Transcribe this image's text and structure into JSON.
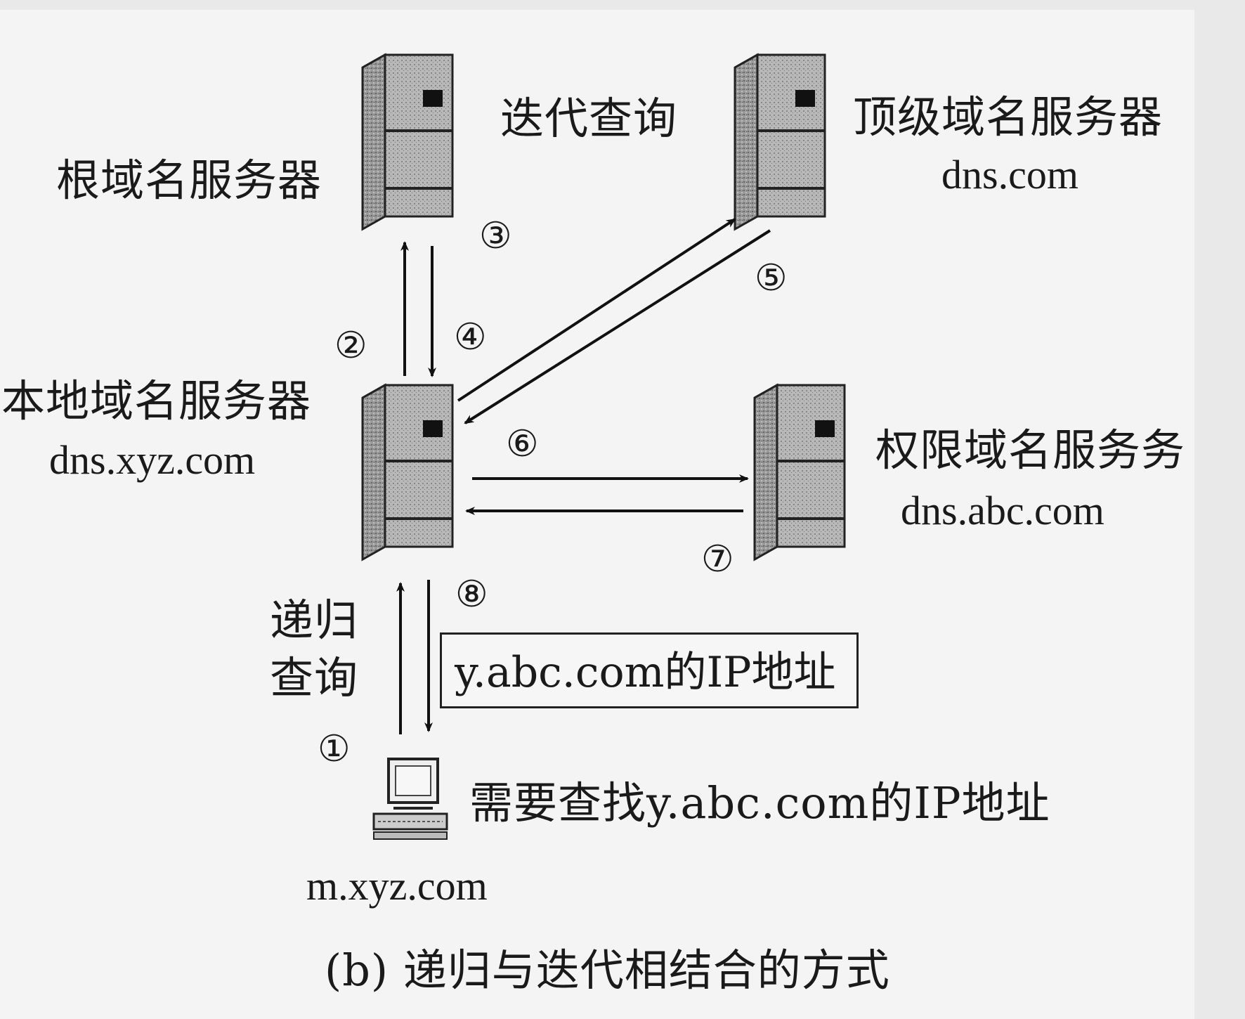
{
  "nodes": {
    "root": {
      "name": "根域名服务器"
    },
    "tld": {
      "name": "顶级域名服务器",
      "host": "dns.com"
    },
    "local": {
      "name": "本地域名服务器",
      "host": "dns.xyz.com"
    },
    "authoritative": {
      "name": "权限域名服务务",
      "host": "dns.abc.com"
    },
    "client": {
      "host": "m.xyz.com",
      "note": "需要查找y.abc.com的IP地址"
    }
  },
  "labels": {
    "iterative": "迭代查询",
    "recursive_line1": "递归",
    "recursive_line2": "查询",
    "answer": "y.abc.com的IP地址",
    "caption": "(b) 递归与迭代相结合的方式"
  },
  "steps": [
    "①",
    "②",
    "③",
    "④",
    "⑤",
    "⑥",
    "⑦",
    "⑧"
  ]
}
